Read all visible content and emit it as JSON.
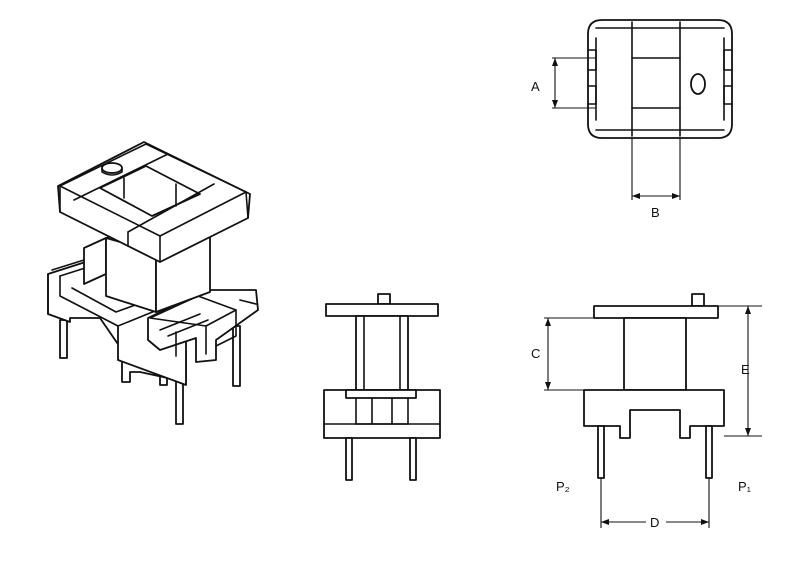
{
  "labels": {
    "a": "A",
    "b": "B",
    "c": "C",
    "d": "D",
    "e": "E",
    "p1": "P₁",
    "p2": "P₂"
  }
}
